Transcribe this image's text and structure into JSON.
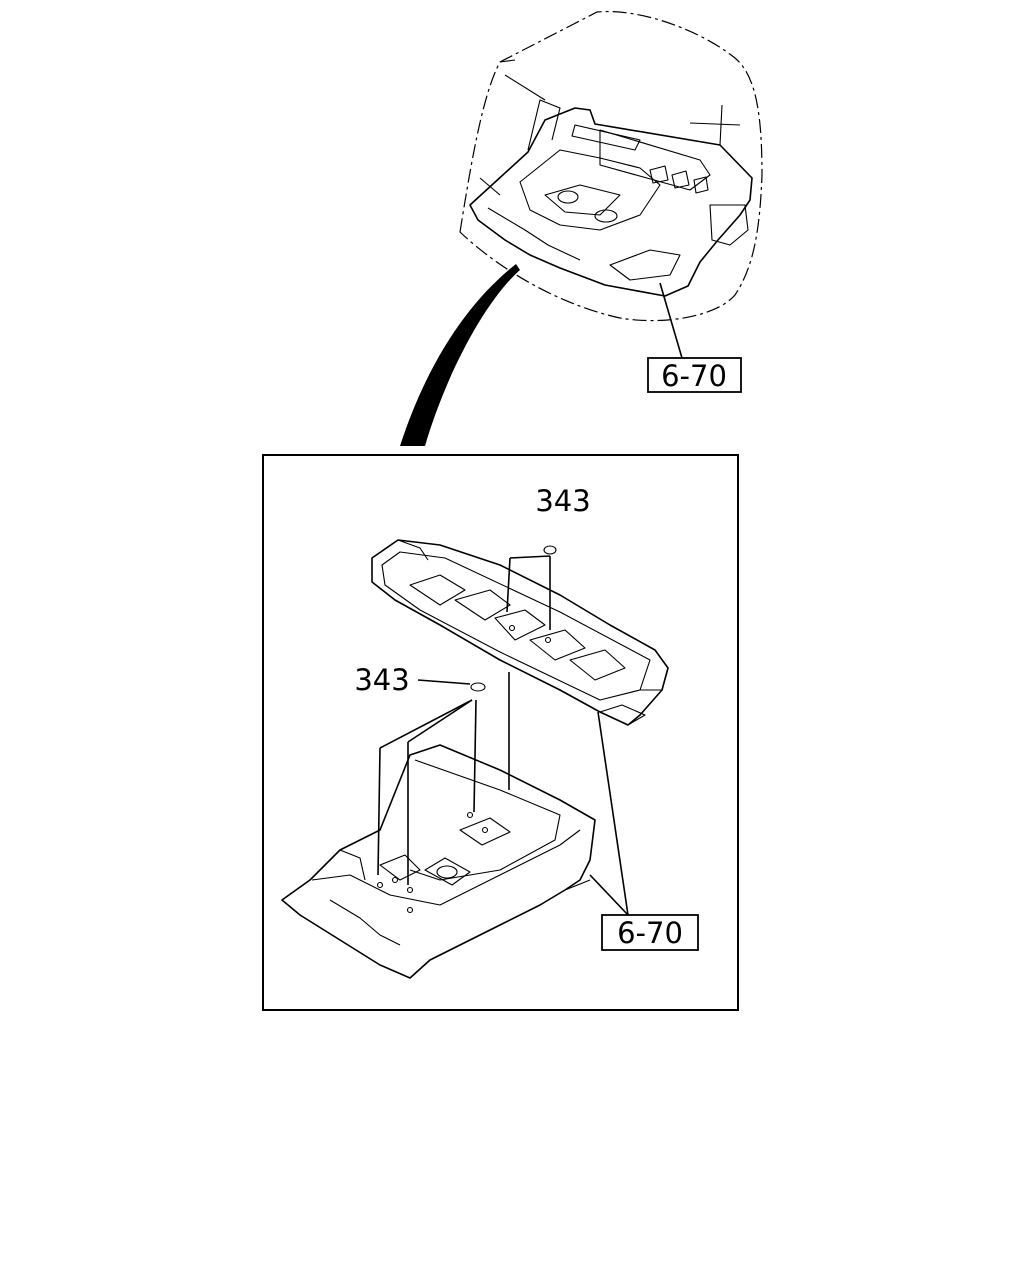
{
  "diagram": {
    "callouts": {
      "top_ref": "6-70",
      "upper_part": "343",
      "lower_part": "343",
      "bottom_ref": "6-70"
    }
  }
}
